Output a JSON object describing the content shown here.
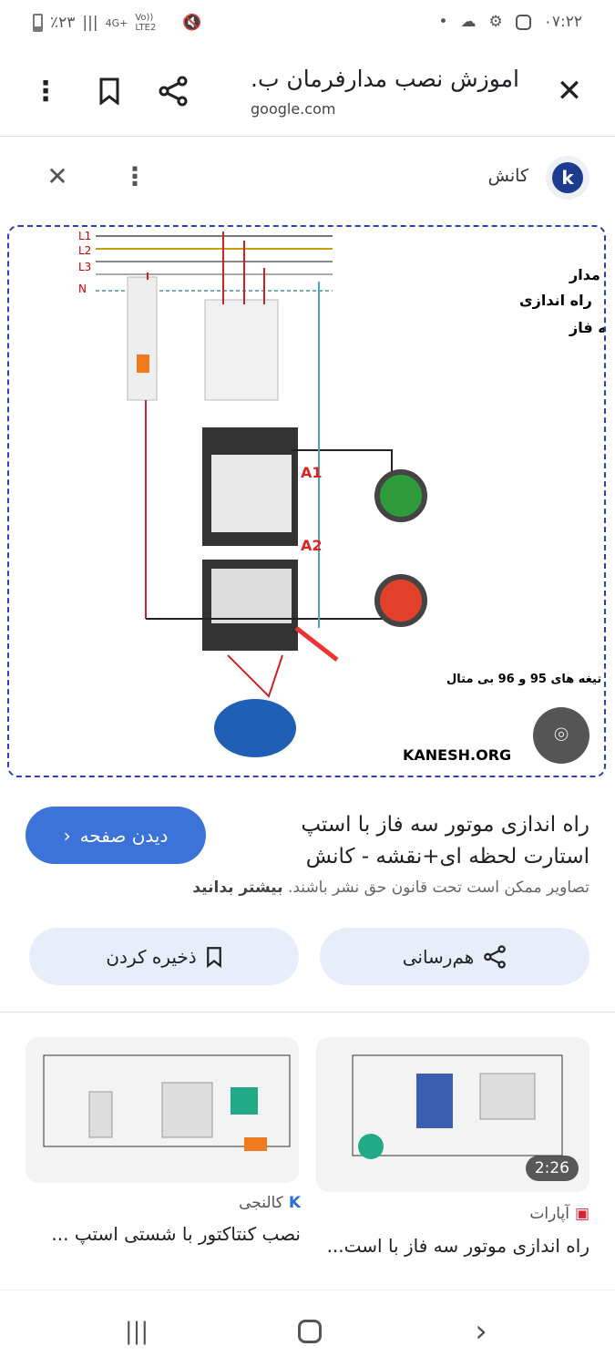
{
  "status": {
    "battery": "٪۲۳",
    "network": "4G+",
    "volte": "Vo)) LTE2",
    "time": "۰۷:۲۲"
  },
  "header": {
    "title": "اموزش نصب مدارفرمان ب.",
    "url": "google.com"
  },
  "source": {
    "name": "کانش",
    "logo": "k"
  },
  "image": {
    "heading": [
      "آموزش سیم کشی و عملکرد مدار",
      "راه اندازی",
      "لحظه ای الکتروموتور سه فاز"
    ],
    "phases": [
      "L1",
      "L2",
      "L3",
      "N"
    ],
    "a1": "A1",
    "a2": "A2",
    "note": "تیغه های 95 و 96 بی متال",
    "watermark": "KANESH.ORG"
  },
  "result": {
    "title": "راه اندازی موتور سه فاز با استپ استارت لحظه ای+نقشه - کانش",
    "visit": "دیدن صفحه",
    "copyright": "تصاویر ممکن است تحت قانون حق نشر باشند.",
    "learn_more": "بیشتر بدانید",
    "share": "هم‌رسانی",
    "save": "ذخیره کردن"
  },
  "related": [
    {
      "source": "آپارات",
      "title": "راه اندازی موتور سه فاز با است...",
      "duration": "2:26"
    },
    {
      "source": "کالنجی",
      "title": "نصب کنتاکتور با شستی استپ ..."
    }
  ],
  "colors": {
    "accent": "#3b73d9",
    "pill": "#e8eef9"
  }
}
